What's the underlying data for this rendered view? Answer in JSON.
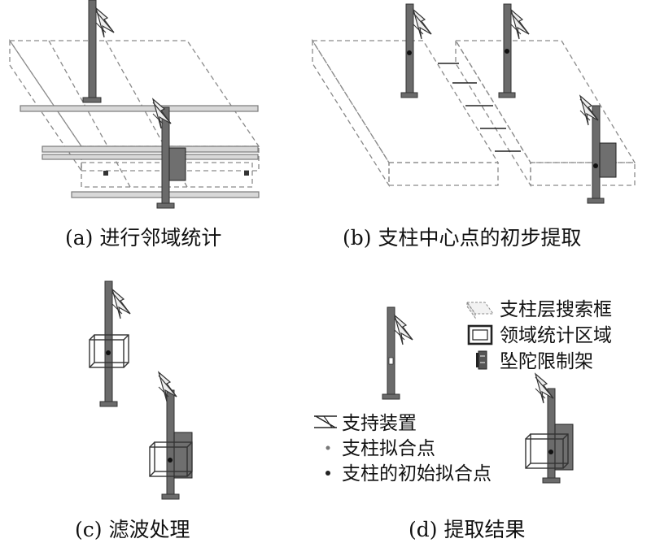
{
  "panels": {
    "a": {
      "caption": "(a) 进行邻域统计"
    },
    "b": {
      "caption": "(b) 支柱中心点的初步提取"
    },
    "c": {
      "caption": "(c) 滤波处理"
    },
    "d": {
      "caption": "(d) 提取结果"
    }
  },
  "legend": {
    "items": [
      {
        "label": "支柱层搜索框",
        "icon": "dashed-slab-icon"
      },
      {
        "label": "领域统计区域",
        "icon": "square-box-icon"
      },
      {
        "label": "坠陀限制架",
        "icon": "weight-frame-icon"
      },
      {
        "label": "支持装置",
        "icon": "cantilever-icon"
      },
      {
        "label": "支柱拟合点",
        "icon": "small-dot-icon"
      },
      {
        "label": "支柱的初始拟合点",
        "icon": "dot-icon"
      }
    ]
  }
}
